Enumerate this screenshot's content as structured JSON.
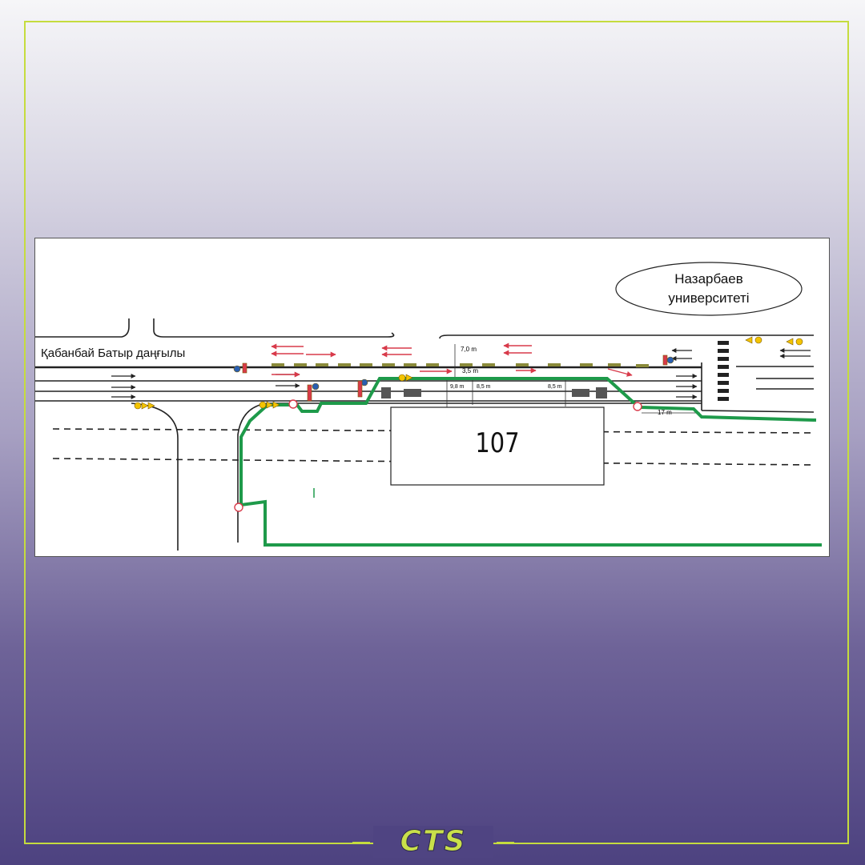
{
  "diagram": {
    "street_label": "Қабанбай Батыр даңғылы",
    "landmark": {
      "line1": "Назарбаев",
      "line2": "университеті"
    },
    "building_number": "107",
    "dimensions": [
      "7,0 m",
      "3,5 m",
      "9,8 m",
      "8,5 m",
      "8,5 m",
      "17 m"
    ]
  },
  "logo": {
    "text": "CTS"
  },
  "colors": {
    "frame": "#c5dc3e",
    "route": "#1e9a4a",
    "arrow_red": "#d83a4a",
    "logo": "#c9e04a"
  }
}
